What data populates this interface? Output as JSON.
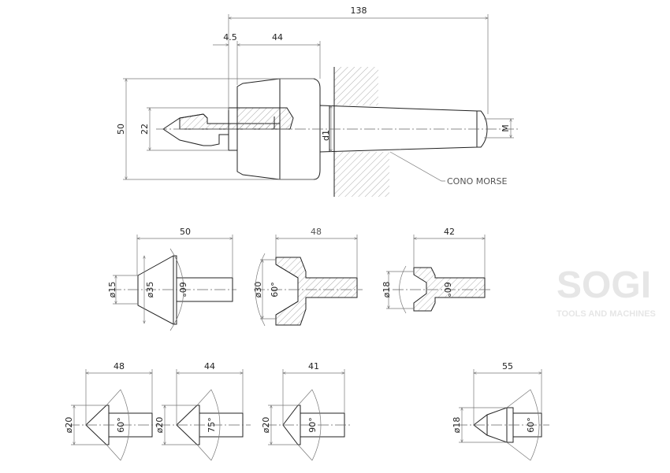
{
  "watermark": {
    "brand": "SOGI",
    "tagline": "TOOLS AND MACHINES"
  },
  "main_center": {
    "dims": {
      "overall_length": "138",
      "gap": "4.5",
      "body_length": "44",
      "body_diameter": "50",
      "spindle_diameter": "22",
      "taper_diameter": "d1",
      "thread": "M"
    },
    "callout": "CONO MORSE"
  },
  "inserts_row1": [
    {
      "length": "50",
      "dia_small": "ø15",
      "dia_large": "ø35",
      "angle": "60°"
    },
    {
      "length": "48",
      "dia": "ø30",
      "angle": "60°"
    },
    {
      "length": "42",
      "dia": "ø18",
      "angle": "60°"
    }
  ],
  "inserts_row2": [
    {
      "length": "48",
      "dia": "ø20",
      "angle": "60°"
    },
    {
      "length": "44",
      "dia": "ø20",
      "angle": "75°"
    },
    {
      "length": "41",
      "dia": "ø20",
      "angle": "90°"
    },
    {
      "length": "55",
      "dia": "ø18",
      "angle": "60°"
    }
  ]
}
